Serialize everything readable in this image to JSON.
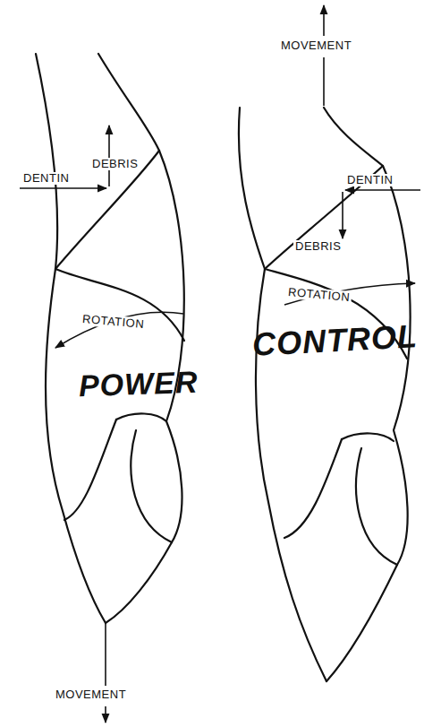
{
  "diagram": {
    "labels": [
      "MOVEMENT",
      "DEBRIS",
      "DENTIN",
      "DENTIN",
      "DEBRIS",
      "ROTATION",
      "ROTATION",
      "POWER",
      "CONTROL",
      "MOVEMENT"
    ]
  }
}
